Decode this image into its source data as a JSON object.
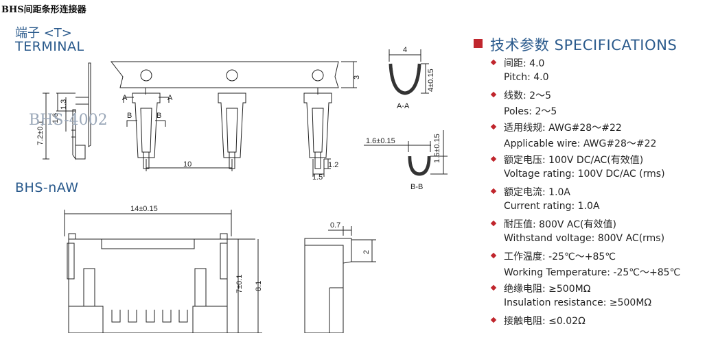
{
  "page_title": "BHS间距条形连接器",
  "terminal": {
    "label_cn": "端子 <T>",
    "label_en": "TERMINAL"
  },
  "housing": {
    "model": "BHS-nAW"
  },
  "watermark": "BHS-4002",
  "dimensions": {
    "a_left": "A",
    "a_right": "A",
    "b_left": "B",
    "b_right": "B",
    "h_1_3": "1.3",
    "h_1_6": "1.6",
    "h_7_2": "7.2±0.1",
    "pitch_10": "10",
    "strip_3": "3",
    "w_1_5": "1.5",
    "w_1_2": "1.2",
    "aa_width": "4",
    "aa_height": "4±0.15",
    "aa_label": "A-A",
    "bb_width": "1.6±0.15",
    "bb_height": "1.6±0.15",
    "bb_label": "B-B",
    "housing_width": "14±0.15",
    "housing_h7": "7±0.1",
    "housing_h8": "8.1",
    "side_0_7": "0.7",
    "side_2": "2"
  },
  "specs": {
    "title": "技术参数 SPECIFICATIONS",
    "accent_color": "#c0262d",
    "text_color": "#2a5a8c",
    "items": [
      {
        "cn": "间距: 4.0",
        "en": "Pitch: 4.0"
      },
      {
        "cn": "线数: 2～5",
        "en": "Poles: 2～5"
      },
      {
        "cn": "适用线规: AWG#28～#22",
        "en": "Applicable wire: AWG#28～#22"
      },
      {
        "cn": "额定电压: 100V DC/AC(有效值)",
        "en": "Voltage rating: 100V DC/AC (rms)"
      },
      {
        "cn": "额定电流: 1.0A",
        "en": "Current rating: 1.0A"
      },
      {
        "cn": "耐压值: 800V AC(有效值)",
        "en": "Withstand voltage: 800V AC(rms)"
      },
      {
        "cn": "工作温度: -25℃～+85℃",
        "en": "Working Temperature: -25℃～+85℃"
      },
      {
        "cn": "绝缘电阻: ≥500MΩ",
        "en": "Insulation resistance: ≥500MΩ"
      },
      {
        "cn": "接触电阻: ≤0.02Ω",
        "en": ""
      }
    ]
  }
}
